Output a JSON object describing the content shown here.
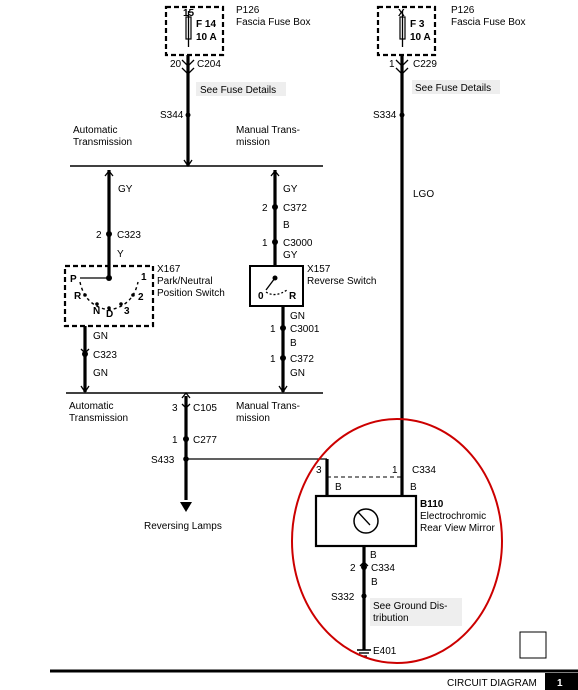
{
  "fuse_box_left": {
    "fuse_pin": "15",
    "fuse_name": "F 14",
    "fuse_rating": "10 A",
    "code": "P126",
    "name": "Fascia Fuse Box",
    "out_pin": "20",
    "connector": "C204"
  },
  "fuse_box_right": {
    "fuse_pin": "X",
    "fuse_name": "F 3",
    "fuse_rating": "10 A",
    "code": "P126",
    "name": "Fascia Fuse Box",
    "out_pin": "1",
    "connector": "C229"
  },
  "see_fuse_details": "See Fuse Details",
  "splices": {
    "s344_left": "S344",
    "s344_right": "S334",
    "s433": "S433",
    "s332": "S332"
  },
  "upper_split": {
    "auto_line1": "Automatic",
    "auto_line2": "Transmission",
    "manual_line1": "Manual Trans-",
    "manual_line2": "mission"
  },
  "lower_split": {
    "auto_line1": "Automatic",
    "auto_line2": "Transmission",
    "manual_line1": "Manual Trans-",
    "manual_line2": "mission"
  },
  "left_branch": {
    "wire_top": "GY",
    "pin_c323_top": "2",
    "c323_top": "C323",
    "wire_y": "Y",
    "switch_code": "X167",
    "switch_name1": "Park/Neutral",
    "switch_name2": "Position Switch",
    "pos_p": "P",
    "pos_1": "1",
    "pos_r": "R",
    "pos_2": "2",
    "pos_n": "N",
    "pos_d": "D",
    "pos_3": "3",
    "wire_gn_top": "GN",
    "c323_bottom": "C323",
    "wire_gn_bottom": "GN"
  },
  "right_branch": {
    "wire_gy_top": "GY",
    "pin_c372_top": "2",
    "c372_top": "C372",
    "wire_b_1": "B",
    "pin_c3000": "1",
    "c3000": "C3000",
    "wire_gy_2": "GY",
    "switch_code": "X157",
    "switch_name": "Reverse Switch",
    "pos_0": "0",
    "pos_r": "R",
    "wire_gn_1": "GN",
    "pin_c3001": "1",
    "c3001": "C3001",
    "wire_b_2": "B",
    "pin_c372_bottom": "1",
    "c372_bottom": "C372",
    "wire_gn_2": "GN"
  },
  "center": {
    "pin_c105": "3",
    "c105": "C105",
    "pin_c277": "1",
    "c277": "C277",
    "reversing_lamps": "Reversing Lamps"
  },
  "right_wire": {
    "color": "LGO"
  },
  "mirror": {
    "pin_left": "3",
    "pin_right": "1",
    "c334_top": "C334",
    "wire_left": "B",
    "wire_right": "B",
    "code": "B110",
    "name1": "Electrochromic",
    "name2": "Rear View Mirror",
    "wire_out": "B",
    "pin_c334_bottom": "2",
    "c334_bottom": "C334",
    "wire_out2": "B",
    "ground_ref1": "See Ground Dis-",
    "ground_ref2": "tribution",
    "ground": "E401"
  },
  "footer": {
    "title": "CIRCUIT DIAGRAM",
    "page": "1"
  },
  "colors": {
    "highlight": "#cc0000",
    "ink": "#000000"
  }
}
